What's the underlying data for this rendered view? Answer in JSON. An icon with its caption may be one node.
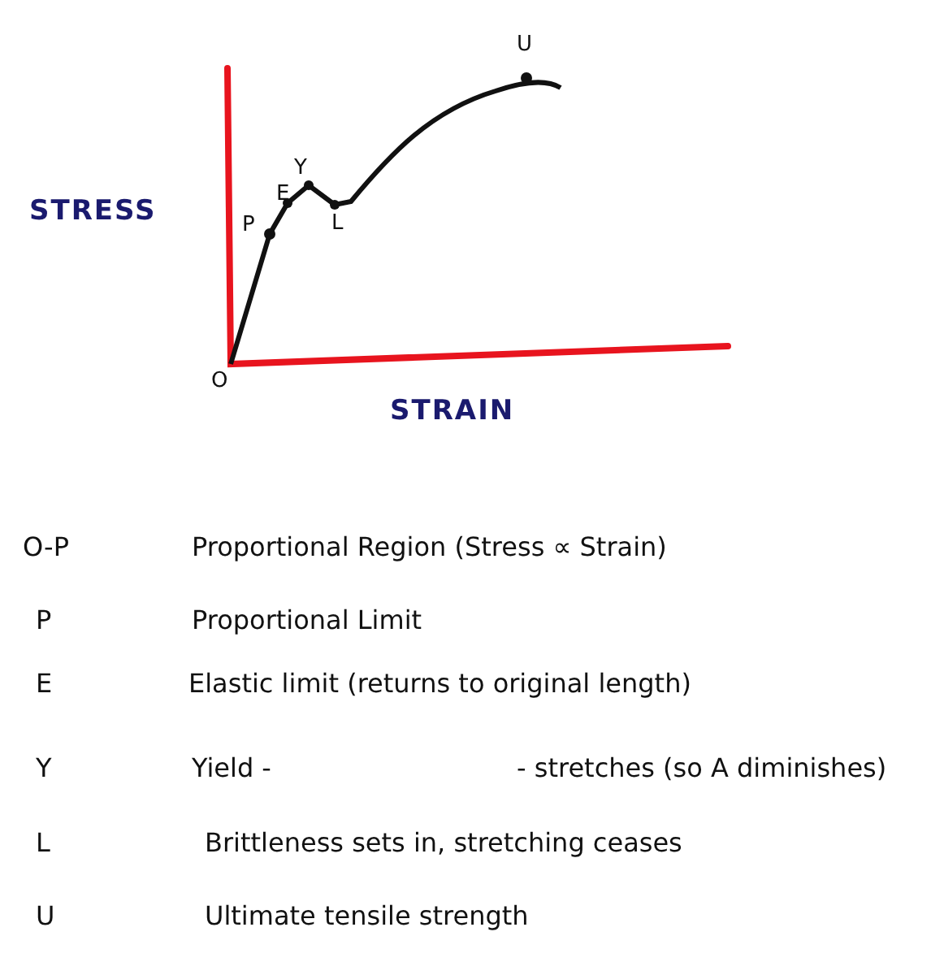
{
  "diagram": {
    "labels": [
      "U",
      "STRESS",
      "Y",
      "E",
      "P",
      "L",
      "O",
      "STRAIN",
      "O-P",
      "Proportional Region (Stress ∝ Strain)",
      "P",
      "Proportional Limit",
      "E",
      "Elastic limit (returns to original length)",
      "Y",
      "Yield -",
      "- stretches (so A diminishes)",
      "L",
      "Brittleness sets in, stretching ceases",
      "U",
      "Ultimate tensile strength"
    ]
  }
}
